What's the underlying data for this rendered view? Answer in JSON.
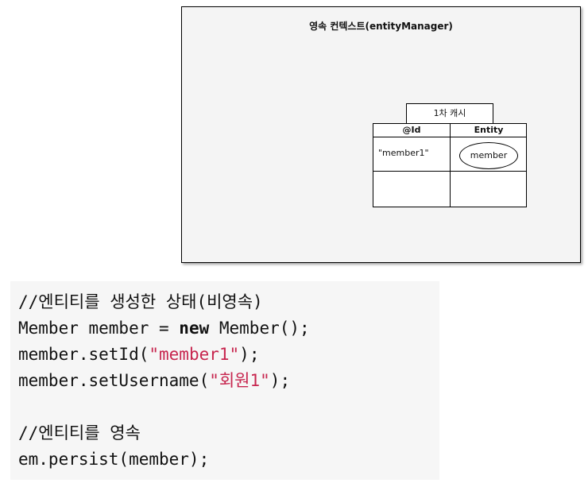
{
  "diagram": {
    "container_title": "영속 컨텍스트(entityManager)",
    "cache_label": "1차 캐시",
    "table_headers": [
      "@Id",
      "Entity"
    ],
    "rows": [
      {
        "id": "\"member1\"",
        "entity": "member"
      }
    ]
  },
  "code": {
    "line1_comment": "//엔티티를 생성한 상태(비영속)",
    "line2_before": "Member member = ",
    "line2_keyword": "new",
    "line2_after": " Member();",
    "line3_before": "member.setId(",
    "line3_string": "\"member1\"",
    "line3_after": ");",
    "line4_before": "member.setUsername(",
    "line4_string": "\"회원1\"",
    "line4_after": ");",
    "line6_comment": "//엔티티를 영속",
    "line7": "em.persist(member);"
  }
}
